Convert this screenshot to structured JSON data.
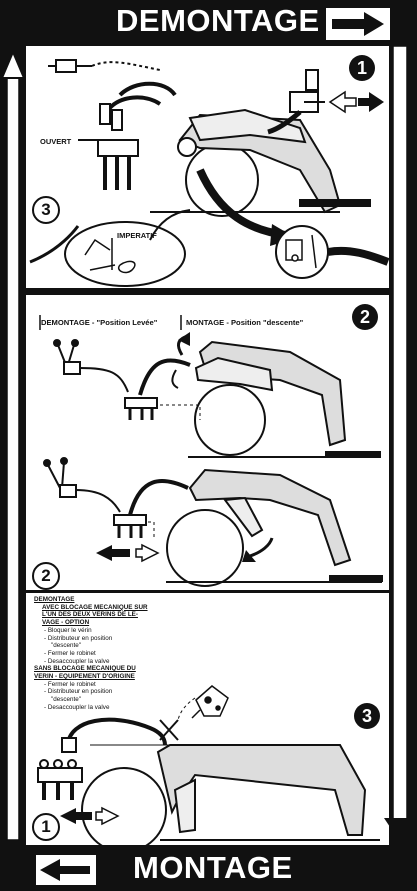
{
  "header": {
    "title": "DEMONTAGE"
  },
  "footer": {
    "title": "MONTAGE"
  },
  "step1": {
    "number": "1",
    "label_ouvert": "OUVERT",
    "label_imperatif": "IMPERATIF",
    "number_outline": "3"
  },
  "step2": {
    "number": "2",
    "label_demontage": "DEMONTAGE - \"Position Levée\"",
    "label_montage": "MONTAGE - Position \"descente\"",
    "number_outline": "2"
  },
  "step3": {
    "number": "3",
    "number_outline": "1",
    "instructions": {
      "title": "DEMONTAGE",
      "section1_title_line1": "AVEC BLOCAGE MECANIQUE SUR",
      "section1_title_line2": "L'UN DES DEUX VERINS DE LE-",
      "section1_title_line3": "VAGE - OPTION",
      "section1_items": [
        "- Bloquer le vérin",
        "- Distributeur en position",
        "\"descente\"",
        "- Fermer le robinet",
        "- Desaccoupler la valve"
      ],
      "section2_title_line1": "SANS BLOCAGE MECANIQUE DU",
      "section2_title_line2": "VERIN - EQUIPEMENT D'ORIGINE",
      "section2_items": [
        "- Fermer le robinet",
        "- Distributeur en position",
        "\"descente\"",
        "- Desaccoupler la valve"
      ]
    }
  },
  "colors": {
    "ink": "#111111",
    "paper": "#ffffff",
    "screen": "#888888"
  }
}
